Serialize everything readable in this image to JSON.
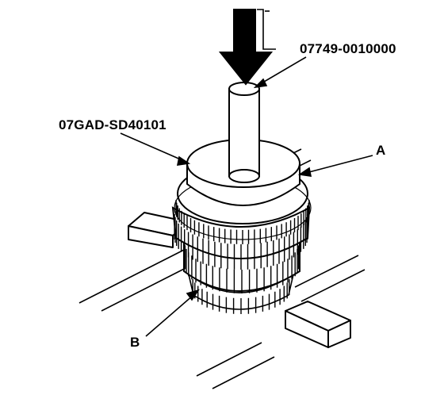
{
  "labels": {
    "tool_top": "07749-0010000",
    "tool_side": "07GAD-SD40101",
    "part_a": "A",
    "part_b": "B"
  },
  "colors": {
    "ink": "#000000",
    "paper": "#ffffff"
  }
}
